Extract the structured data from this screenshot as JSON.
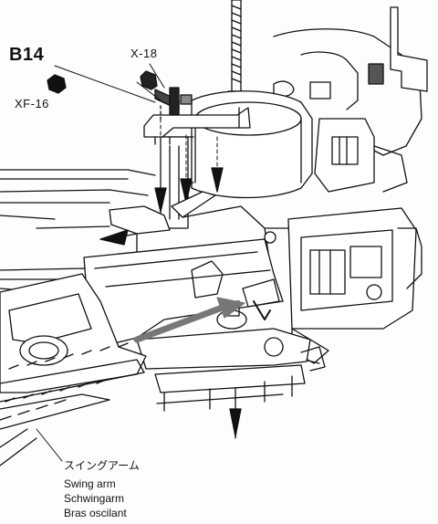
{
  "labels": {
    "step": "B14",
    "part_top": "X-18",
    "part_left": "XF-16"
  },
  "caption": {
    "jp": "スイングアーム",
    "en": "Swing arm",
    "de": "Schwingarm",
    "fr": "Bras oscilant"
  },
  "colors": {
    "ink": "#111111",
    "paper": "#fdfdfb",
    "screen_tone": "#a8a8a8",
    "arrow": "#777777"
  },
  "icons": [
    "screw-icon",
    "nut-icon",
    "insertion-arrow-icon"
  ]
}
